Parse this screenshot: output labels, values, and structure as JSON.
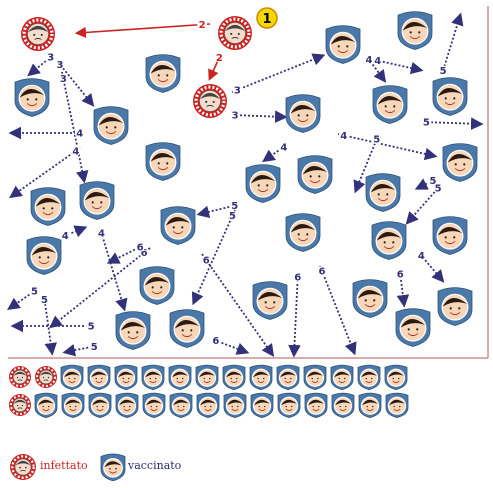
{
  "diagram": {
    "badge_number": "1",
    "infected_nodes": [
      {
        "id": "i1",
        "col": 38,
        "row": 34
      },
      {
        "id": "i2",
        "col": 235,
        "row": 33
      },
      {
        "id": "i3",
        "col": 210,
        "row": 101
      }
    ],
    "vaccinated_nodes": [
      {
        "id": "v1",
        "col": 343,
        "row": 44
      },
      {
        "id": "v2",
        "col": 415,
        "row": 30
      },
      {
        "id": "v3",
        "col": 32,
        "row": 97
      },
      {
        "id": "v4",
        "col": 111,
        "row": 125
      },
      {
        "id": "v5",
        "col": 163,
        "row": 73
      },
      {
        "id": "v6",
        "col": 390,
        "row": 104
      },
      {
        "id": "v7",
        "col": 450,
        "row": 96
      },
      {
        "id": "v8",
        "col": 303,
        "row": 113
      },
      {
        "id": "v9",
        "col": 163,
        "row": 161
      },
      {
        "id": "v10",
        "col": 460,
        "row": 162
      },
      {
        "id": "v11",
        "col": 315,
        "row": 174
      },
      {
        "id": "v12",
        "col": 263,
        "row": 183
      },
      {
        "id": "v13",
        "col": 48,
        "row": 206
      },
      {
        "id": "v14",
        "col": 97,
        "row": 200
      },
      {
        "id": "v15",
        "col": 383,
        "row": 192
      },
      {
        "id": "v16",
        "col": 178,
        "row": 225
      },
      {
        "id": "v17",
        "col": 450,
        "row": 235
      },
      {
        "id": "v18",
        "col": 303,
        "row": 232
      },
      {
        "id": "v19",
        "col": 389,
        "row": 240
      },
      {
        "id": "v20",
        "col": 44,
        "row": 255
      },
      {
        "id": "v21",
        "col": 157,
        "row": 285
      },
      {
        "id": "v22",
        "col": 270,
        "row": 300
      },
      {
        "id": "v23",
        "col": 370,
        "row": 298
      },
      {
        "id": "v24",
        "col": 455,
        "row": 306
      },
      {
        "id": "v25",
        "col": 133,
        "row": 330
      },
      {
        "id": "v26",
        "col": 187,
        "row": 328
      },
      {
        "id": "v27",
        "col": 413,
        "row": 327
      }
    ],
    "edges": [
      {
        "label": "2",
        "from": [
          210,
          24
        ],
        "to": [
          78,
          33
        ],
        "color": "#cc2222"
      },
      {
        "label": "2",
        "from": [
          220,
          56
        ],
        "to": [
          210,
          78
        ],
        "color": "#cc2222"
      },
      {
        "label": "3",
        "from": [
          52,
          56
        ],
        "to": [
          30,
          74
        ],
        "color": "#33317a"
      },
      {
        "label": "3",
        "from": [
          58,
          62
        ],
        "to": [
          92,
          104
        ],
        "color": "#33317a"
      },
      {
        "label": "3",
        "from": [
          62,
          72
        ],
        "to": [
          84,
          180
        ],
        "color": "#33317a"
      },
      {
        "label": "3",
        "from": [
          232,
          92
        ],
        "to": [
          322,
          56
        ],
        "color": "#33317a"
      },
      {
        "label": "3",
        "from": [
          232,
          115
        ],
        "to": [
          284,
          117
        ],
        "color": "#33317a"
      },
      {
        "label": "4",
        "from": [
          84,
          133
        ],
        "to": [
          12,
          133
        ],
        "color": "#33317a"
      },
      {
        "label": "4",
        "from": [
          80,
          148
        ],
        "to": [
          12,
          196
        ],
        "color": "#33317a"
      },
      {
        "label": "4",
        "from": [
          64,
          236
        ],
        "to": [
          84,
          228
        ],
        "color": "#33317a"
      },
      {
        "label": "4",
        "from": [
          100,
          228
        ],
        "to": [
          124,
          308
        ],
        "color": "#33317a"
      },
      {
        "label": "4",
        "from": [
          285,
          146
        ],
        "to": [
          265,
          160
        ],
        "color": "#33317a"
      },
      {
        "label": "4",
        "from": [
          368,
          58
        ],
        "to": [
          384,
          80
        ],
        "color": "#33317a"
      },
      {
        "label": "4",
        "from": [
          375,
          60
        ],
        "to": [
          420,
          70
        ],
        "color": "#33317a"
      },
      {
        "label": "4",
        "from": [
          338,
          134
        ],
        "to": [
          434,
          156
        ],
        "color": "#33317a"
      },
      {
        "label": "4",
        "from": [
          420,
          254
        ],
        "to": [
          442,
          280
        ],
        "color": "#33317a"
      },
      {
        "label": "5",
        "from": [
          36,
          290
        ],
        "to": [
          10,
          308
        ],
        "color": "#33317a"
      },
      {
        "label": "5",
        "from": [
          44,
          296
        ],
        "to": [
          52,
          352
        ],
        "color": "#33317a"
      },
      {
        "label": "5",
        "from": [
          96,
          326
        ],
        "to": [
          14,
          326
        ],
        "color": "#33317a"
      },
      {
        "label": "5",
        "from": [
          96,
          346
        ],
        "to": [
          66,
          352
        ],
        "color": "#33317a"
      },
      {
        "label": "5",
        "from": [
          237,
          205
        ],
        "to": [
          200,
          214
        ],
        "color": "#33317a"
      },
      {
        "label": "5",
        "from": [
          235,
          210
        ],
        "to": [
          194,
          302
        ],
        "color": "#33317a"
      },
      {
        "label": "5",
        "from": [
          378,
          136
        ],
        "to": [
          356,
          190
        ],
        "color": "#33317a"
      },
      {
        "label": "5",
        "from": [
          423,
          122
        ],
        "to": [
          480,
          124
        ],
        "color": "#33317a"
      },
      {
        "label": "5",
        "from": [
          442,
          74
        ],
        "to": [
          460,
          16
        ],
        "color": "#33317a"
      },
      {
        "label": "5",
        "from": [
          434,
          180
        ],
        "to": [
          418,
          188
        ],
        "color": "#33317a"
      },
      {
        "label": "5",
        "from": [
          440,
          186
        ],
        "to": [
          408,
          222
        ],
        "color": "#33317a"
      },
      {
        "label": "6",
        "from": [
          150,
          248
        ],
        "to": [
          52,
          326
        ],
        "color": "#33317a"
      },
      {
        "label": "6",
        "from": [
          142,
          246
        ],
        "to": [
          110,
          262
        ],
        "color": "#33317a"
      },
      {
        "label": "6",
        "from": [
          202,
          254
        ],
        "to": [
          272,
          354
        ],
        "color": "#33317a"
      },
      {
        "label": "6",
        "from": [
          214,
          340
        ],
        "to": [
          246,
          352
        ],
        "color": "#33317a"
      },
      {
        "label": "6",
        "from": [
          298,
          272
        ],
        "to": [
          294,
          354
        ],
        "color": "#33317a"
      },
      {
        "label": "6",
        "from": [
          320,
          266
        ],
        "to": [
          354,
          352
        ],
        "color": "#33317a"
      },
      {
        "label": "6",
        "from": [
          400,
          272
        ],
        "to": [
          404,
          304
        ],
        "color": "#33317a"
      }
    ],
    "summary_infected_count": 2,
    "summary_rows": [
      {
        "infected": 2,
        "vaccinated": 13
      },
      {
        "infected": 1,
        "vaccinated": 14
      }
    ]
  },
  "legend": {
    "infected_label": "infettato",
    "vaccinated_label": "vaccinato",
    "infected_color": "#cc2222",
    "vaccinated_color": "#2b2b6e"
  },
  "colors": {
    "arrow_blue": "#33317a",
    "arrow_red": "#cc2222",
    "shield": "#4a78a8",
    "badge": "#f5d800",
    "frame": "#c89090"
  }
}
